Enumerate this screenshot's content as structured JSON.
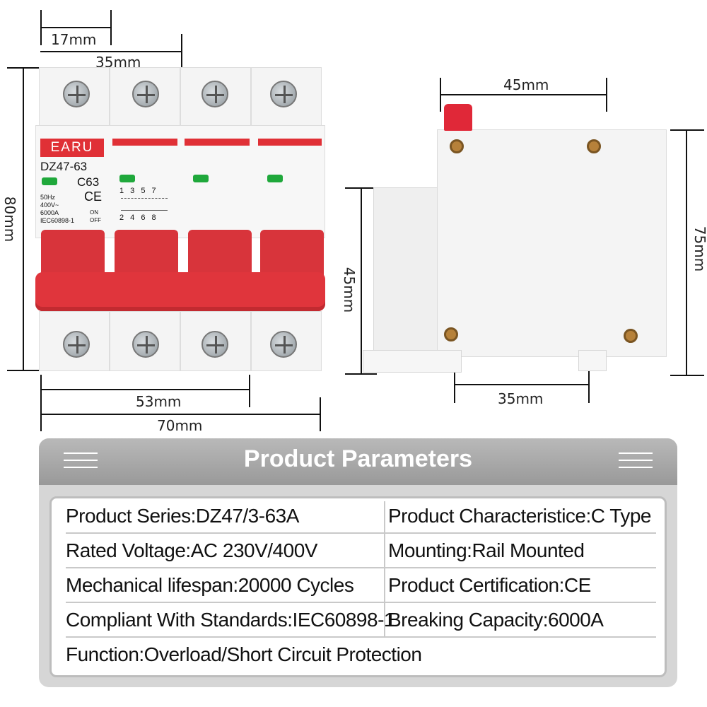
{
  "dimensions": {
    "front_pole_width": "17mm",
    "front_two_pole_width": "35mm",
    "front_height": "80mm",
    "front_three_pole_width": "53mm",
    "front_total_width": "70mm",
    "side_width": "45mm",
    "side_height_left": "45mm",
    "side_height_right": "75mm",
    "side_rail": "35mm"
  },
  "breaker_label": {
    "brand": "EARU",
    "model": "DZ47-63",
    "rating": "C63",
    "ce": "CE",
    "freq": "50Hz",
    "voltage": "400V~",
    "capacity": "6000A",
    "standard": "IEC60898-1",
    "on": "ON",
    "off": "OFF",
    "terminals_top": "1 3 5 7",
    "terminals_bottom": "2 4 6 8"
  },
  "params": {
    "title": "Product Parameters",
    "rows": [
      {
        "left": "Product Series:DZ47/3-63A",
        "right": "Product Characteristice:C Type"
      },
      {
        "left": "Rated Voltage:AC 230V/400V",
        "right": "Mounting:Rail Mounted"
      },
      {
        "left": "Mechanical lifespan:20000 Cycles",
        "right": "Product Certification:CE"
      },
      {
        "left": "Compliant With Standards:IEC60898-1",
        "right": "Breaking Capacity:6000A"
      }
    ],
    "function": "Function:Overload/Short Circuit Protection"
  },
  "colors": {
    "accent_red": "#e0353c",
    "indicator_green": "#1fa83b",
    "header_gray": "#a9a9a9"
  }
}
